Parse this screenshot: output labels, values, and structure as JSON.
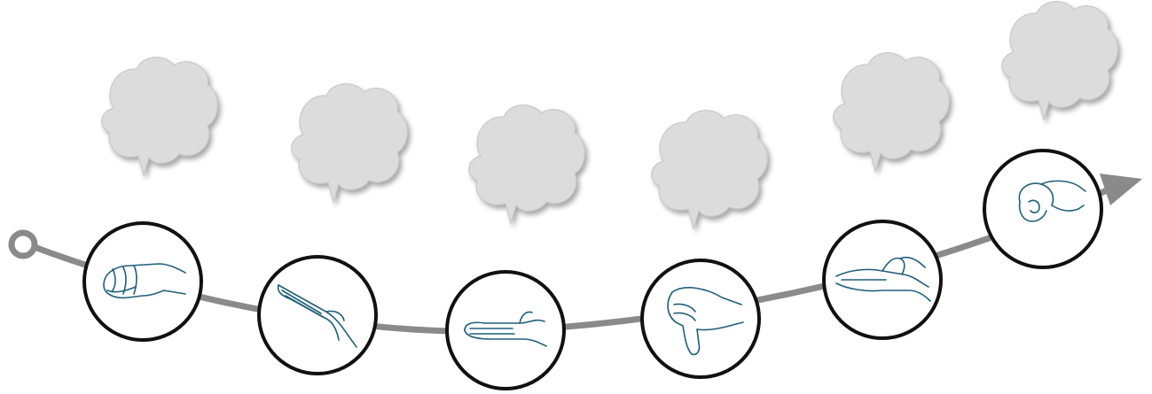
{
  "diagram": {
    "colors": {
      "background": "#ffffff",
      "path": "#8a8a8a",
      "bubble": "#dcdcdc",
      "bubble_shadow": "#c4c4c4",
      "circle_stroke": "#111111",
      "circle_fill": "#ffffff",
      "hand_stroke": "#1f5f7a"
    },
    "steps": [
      {
        "gesture": "closed-fist",
        "bubble_text": ""
      },
      {
        "gesture": "flat-hand-tilted-down",
        "bubble_text": ""
      },
      {
        "gesture": "flat-hand-palm-down",
        "bubble_text": ""
      },
      {
        "gesture": "thumbs-down",
        "bubble_text": ""
      },
      {
        "gesture": "open-palm-up",
        "bubble_text": ""
      },
      {
        "gesture": "pinch-grip",
        "bubble_text": ""
      }
    ]
  }
}
